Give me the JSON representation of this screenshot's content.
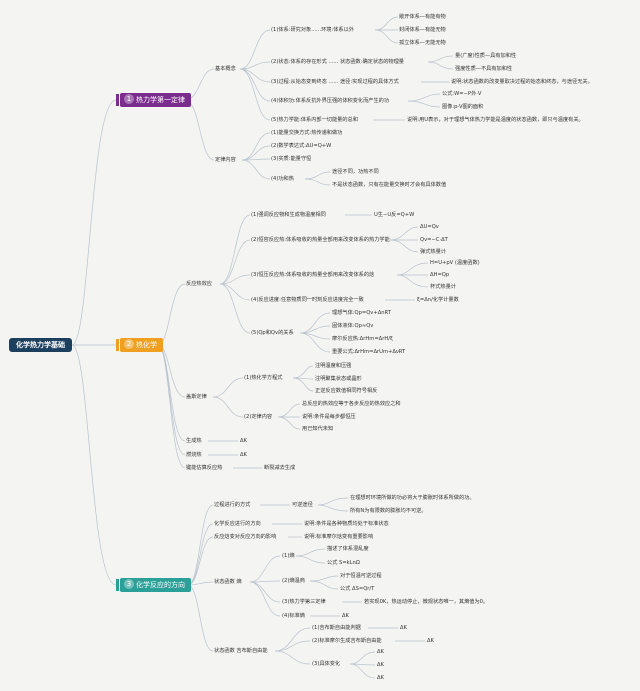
{
  "root": "化学热力学基础",
  "colors": {
    "main1": "#7b2d8e",
    "main2": "#f0a020",
    "main3": "#2aa098",
    "line": "#b9c2cc"
  },
  "s1": {
    "num": "1",
    "title": "热力学第一定律",
    "basic": "基本概念",
    "b1": "(1)体系:研究对象......环境:体系以外",
    "b1a": "敞开体系—有能有物",
    "b1b": "封闭体系—有能无物",
    "b1c": "孤立体系—无能无物",
    "b2": "(2)状态:体系的存在形式 ...... 状态函数:确定状态的物理量",
    "b2a": "量(广度)性质—具有加和性",
    "b2b": "强度性质—不具有加和性",
    "b3": "(3)过程:从始态变到终态 ...... 途径:实现过程的具体方式",
    "b3a": "说明:状态函数的改变量取决过程的始态和终态，与途径无关。",
    "b4": "(4)体积功:体系反抗外界压强的体积变化而产生的功",
    "b4a": "公式:W=−P外·V",
    "b4b": "图像:p-V图的面积",
    "b5": "(5)热力学能:体系内部一切能量的总和",
    "b5a": "说明:用U表示，对于理想气体热力学能是温度的状态函数，即只与温度有关。",
    "law": "定律内容",
    "l1": "(1)能量交换方式:热传递和做功",
    "l2": "(2)数学表达式:ΔU=Q+W",
    "l3": "(3)实质:能量守恒",
    "l4": "(4)功和热",
    "l4a": "途径不同，功热不同",
    "l4b": "不是状态函数，只有在能量交换时才会有具体数值"
  },
  "s2": {
    "num": "2",
    "title": "热化学",
    "heat": "反应热效应",
    "h1": "(1)强调反应物和生成物温度相同",
    "h1a": "U生−U反=Q+W",
    "h2": "(2)恒容反应热:体系吸收的热量全部用来改变体系的热力学能",
    "h2a": "ΔU=Qv",
    "h2b": "Qv=−C·ΔT",
    "h2c": "弹式热量计",
    "h3": "(3)恒压反应热:体系吸收的热量全部用来改变体系的焓",
    "h3a": "H=U+pV (温度函数)",
    "h3b": "ΔH=Qp",
    "h3c": "杯式热量计",
    "h4": "(4)反应进度:任意物质同一时刻反应进度完全一致",
    "h4a": "ξ=Δn/化学计量数",
    "h5": "(5)Qp和Qv的关系",
    "h5a": "理想气体:Qp=Qv+ΔnRT",
    "h5b": "固体液体:Qp≈Qv",
    "h5c": "摩尔反应热:ΔrHm=ΔrH/ξ",
    "h5d": "重要公式:ΔrHm=ΔrUm+ΔνRT",
    "hess": "盖斯定律",
    "g1": "(1)热化学方程式",
    "g1a": "注明温度和压强",
    "g1b": "注明聚集状态或晶形",
    "g1c": "正逆反应数值相同符号相反",
    "g2": "(2)定律内容",
    "g2a": "总反应的热效应等于各步反应的热效应之和",
    "g2b": "说明:条件是每步都恒压",
    "g2c": "用已知代未知",
    "form": "生成热",
    "formv": "ΔK",
    "comb": "燃烧热",
    "combv": "ΔK",
    "bond": "键能估算反应热",
    "bondv": "断裂减去生成"
  },
  "s3": {
    "num": "3",
    "title": "化学反应的方向",
    "p": "过程进行的方式",
    "pa": "可逆途径",
    "pa1": "在理想时环境所做的功必将大于膨胀时体系所做的功。",
    "pa2": "所有N为有限数的膨胀均不可逆。",
    "d1": "化学反应进行的方向",
    "d1a": "说明:条件是各种物质均处于标准状态",
    "d2": "反应焓变对反应方向的影响",
    "d2a": "说明:标准摩尔焓变有重要影响",
    "sf": "状态函数 熵",
    "e1": "(1)熵",
    "e1a": "描述了体系混乱度",
    "e1b": "公式 S=kLnΩ",
    "e2": "(2)熵温商",
    "e2a": "对于恒温可逆过程",
    "e2b": "公式 ΔS=Qr/T",
    "e3": "(3)热力学第三定律",
    "e3a": "若实现0K，热运动停止，微观状态唯一，其熵值为0。",
    "e4": "(4)标准熵",
    "e4a": "ΔK",
    "gf": "状态函数 吉布斯自由能",
    "f1": "(1)吉布斯自由能判据",
    "f1a": "ΔK",
    "f2": "(2)标准摩尔生成吉布斯自由能",
    "f2a": "ΔK",
    "f3": "(3)具体变化",
    "f3a": "ΔK",
    "f3b": "ΔK",
    "f3c": "ΔK"
  }
}
